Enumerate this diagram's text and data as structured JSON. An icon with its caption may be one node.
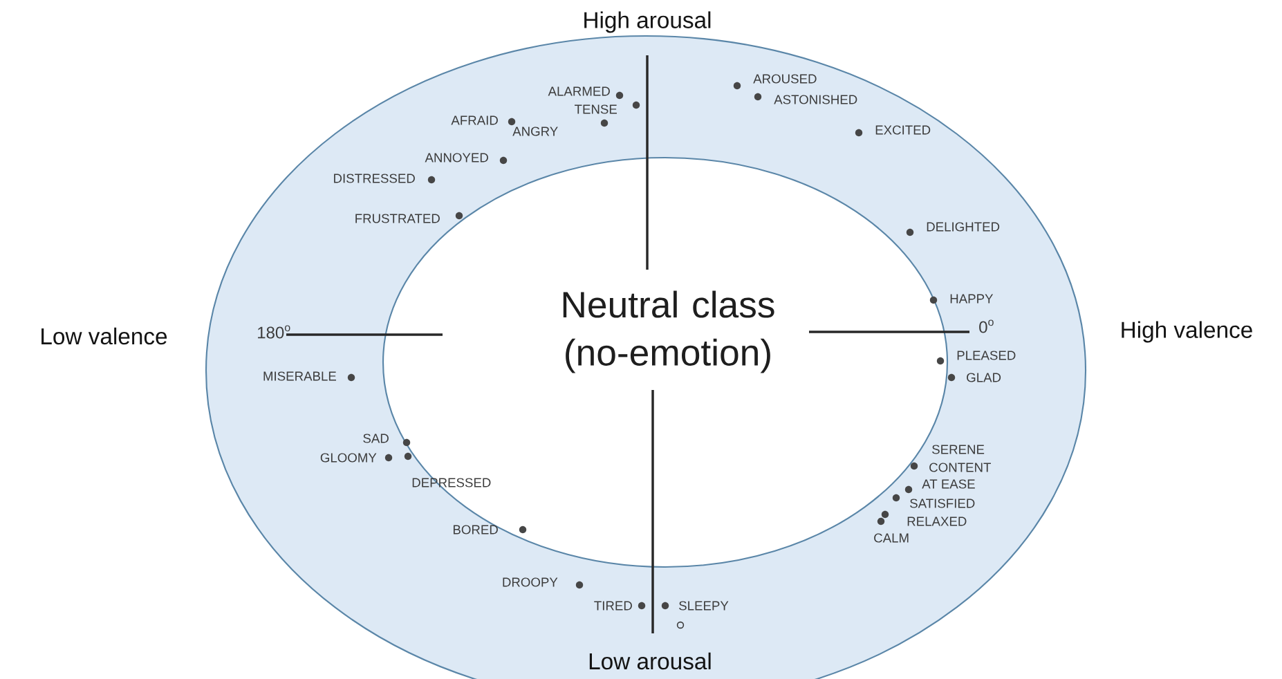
{
  "diagram": {
    "nodes": [
      {
        "text": [
          "Neutral class (no-emotion)"
        ]
      }
    ],
    "labels": [
      "High arousal",
      "ALARMED",
      "TENSE",
      "AROUSED",
      "ASTONISHED",
      "AFRAID",
      "ANGRY",
      "EXCITED",
      "ANNOYED",
      "DISTRESSED",
      "FRUSTRATED",
      "DELIGHTED",
      "HAPPY",
      "Low valence",
      "180$^{o}$",
      "0$^{o}$",
      "High valence",
      "PLEASED",
      "MISERABLE",
      "GLAD",
      "SAD",
      "GLOOMY",
      "DEPRESSED",
      "SERENE",
      "CONTENT",
      "AT EASE",
      "SATISFIED",
      "RELAXED",
      "CALM",
      "BORED",
      "DROOPY",
      "TIRED",
      "SLEEPY",
      "Low arousal"
    ]
  }
}
